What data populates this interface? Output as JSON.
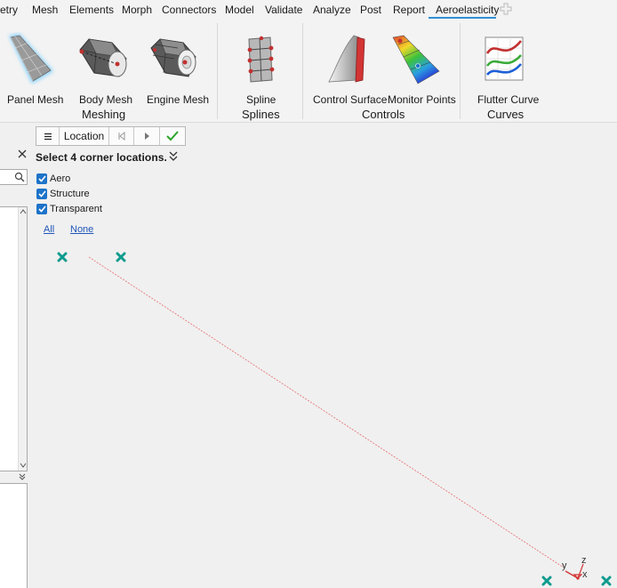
{
  "menubar": {
    "items": [
      "etry",
      "Mesh",
      "Elements",
      "Morph",
      "Connectors",
      "Model",
      "Validate",
      "Analyze",
      "Post",
      "Report",
      "Aeroelasticity"
    ],
    "active": "Aeroelasticity"
  },
  "ribbon": {
    "tools": {
      "panel_mesh": "Panel Mesh",
      "body_mesh": "Body Mesh",
      "engine_mesh": "Engine Mesh",
      "spline": "Spline",
      "control_surface": "Control Surface",
      "monitor_points": "Monitor Points",
      "flutter_curve": "Flutter Curve"
    },
    "groups": {
      "meshing": "Meshing",
      "splines": "Splines",
      "controls": "Controls",
      "curves": "Curves"
    }
  },
  "guidebar": {
    "location_label": "Location"
  },
  "instruction": "Select 4 corner locations.",
  "filters": {
    "items": [
      {
        "label": "Aero",
        "checked": true
      },
      {
        "label": "Structure",
        "checked": true
      },
      {
        "label": "Transparent",
        "checked": true
      }
    ],
    "all_link": "All",
    "none_link": "None"
  },
  "triad": {
    "x": "x",
    "y": "y",
    "z": "z"
  },
  "colors": {
    "accent": "#2f8fd6",
    "marker": "#0f9b8e",
    "checkbox": "#1d73c9",
    "link": "#1f56b8",
    "preview_line": "#e87878"
  }
}
